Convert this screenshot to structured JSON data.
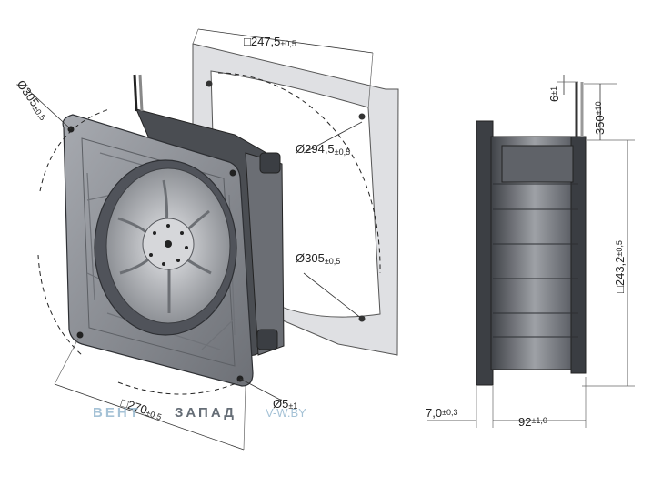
{
  "dimensions": {
    "frame_width": {
      "symbol": "□",
      "value": "247,5",
      "tol": "±0,5"
    },
    "inner_diameter": {
      "symbol": "Ø",
      "value": "294,5",
      "tol": "±0,5"
    },
    "hole_diameter_frame": {
      "symbol": "Ø",
      "value": "305",
      "tol": "±0,5"
    },
    "fan_diameter_left": {
      "symbol": "Ø",
      "value": "305",
      "tol": "±0,5"
    },
    "fan_width_bottom": {
      "symbol": "□",
      "value": "270",
      "tol": "±0,5"
    },
    "hole_size": {
      "symbol": "Ø",
      "value": "5",
      "tol": "±1"
    },
    "lead_length": {
      "value": "350",
      "tol": "±10"
    },
    "lead_strip": {
      "value": "6",
      "tol": "±1"
    },
    "side_height": {
      "symbol": "□",
      "value": "243,2",
      "tol": "±0,5"
    },
    "flange_thickness": {
      "value": "7,0",
      "tol": "±0,3"
    },
    "depth": {
      "value": "92",
      "tol": "±1,0"
    }
  },
  "watermark": {
    "brand_part1": "ВЕНТ",
    "brand_part2": "ЗАПАД",
    "site": "V-W.BY"
  },
  "colors": {
    "housing": "#8a8d92",
    "housing_dark": "#4a4d52",
    "frame_panel": "#dfe0e3",
    "impeller": "#b6b8bc",
    "watermark_light": "#8fb3cc",
    "watermark_dark": "#3e4854"
  }
}
